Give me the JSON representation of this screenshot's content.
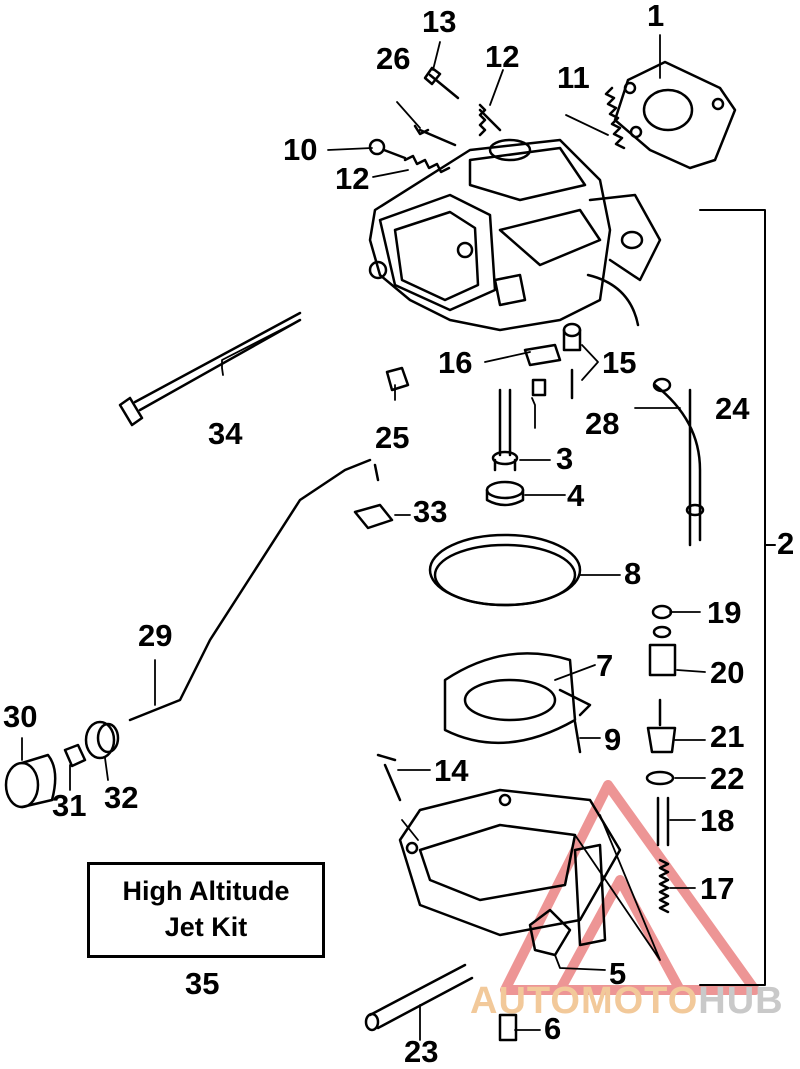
{
  "diagram": {
    "part_numbers": {
      "p1": "1",
      "p2": "2",
      "p3": "3",
      "p4": "4",
      "p5": "5",
      "p6": "6",
      "p7": "7",
      "p8": "8",
      "p9": "9",
      "p10": "10",
      "p11": "11",
      "p12a": "12",
      "p12b": "12",
      "p13": "13",
      "p14": "14",
      "p15": "15",
      "p16": "16",
      "p17": "17",
      "p18": "18",
      "p19": "19",
      "p20": "20",
      "p21": "21",
      "p22": "22",
      "p23": "23",
      "p24": "24",
      "p25": "25",
      "p26": "26",
      "p28": "28",
      "p29": "29",
      "p30": "30",
      "p31": "31",
      "p32": "32",
      "p33": "33",
      "p34": "34",
      "p35": "35"
    },
    "kit_box": {
      "line1": "High Altitude",
      "line2": "Jet Kit"
    }
  },
  "watermark": {
    "part_a": "AUTOMOTO",
    "part_b": "HUB",
    "color_a": "#f2c99a",
    "color_b": "#c9c9c9",
    "triangle_color": "#e04040"
  }
}
